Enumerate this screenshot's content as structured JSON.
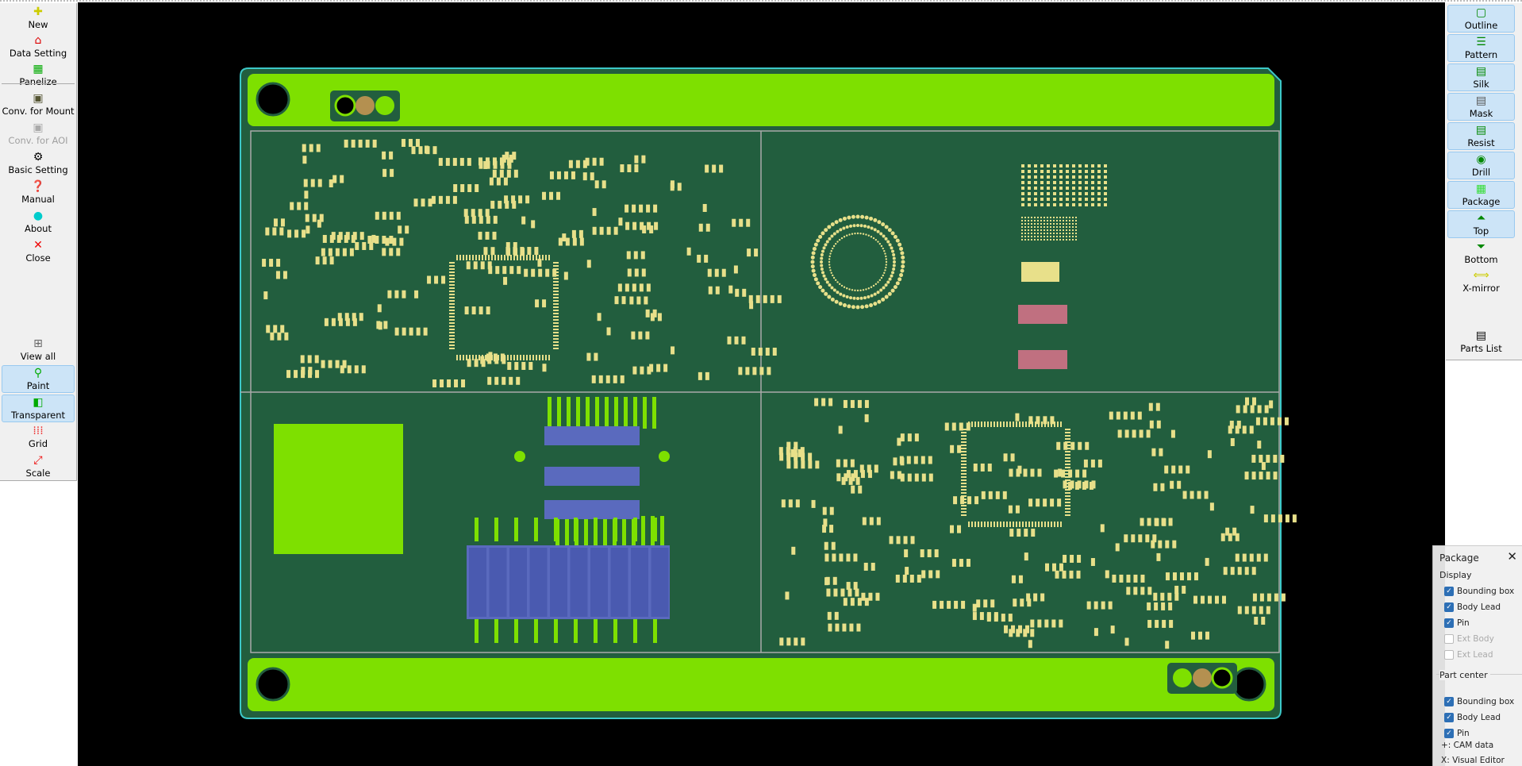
{
  "left_toolbar": {
    "items": [
      {
        "id": "new",
        "label": "New",
        "icon": "new-file-icon"
      },
      {
        "id": "data-setting",
        "label": "Data Setting",
        "icon": "home-icon"
      },
      {
        "id": "panelize",
        "label": "Panelize",
        "icon": "panelize-icon"
      },
      {
        "id": "conv-mount",
        "label": "Conv. for Mount",
        "icon": "save-icon"
      },
      {
        "id": "conv-aoi",
        "label": "Conv. for AOI",
        "icon": "save-disabled-icon",
        "disabled": true
      },
      {
        "id": "basic-setting",
        "label": "Basic Setting",
        "icon": "gear-icon"
      },
      {
        "id": "manual",
        "label": "Manual",
        "icon": "help-icon"
      },
      {
        "id": "about",
        "label": "About",
        "icon": "about-icon"
      },
      {
        "id": "close",
        "label": "Close",
        "icon": "close-icon"
      },
      {
        "id": "view-all",
        "label": "View all",
        "icon": "view-all-icon"
      },
      {
        "id": "paint",
        "label": "Paint",
        "icon": "paint-icon",
        "selected": true
      },
      {
        "id": "transparent",
        "label": "Transparent",
        "icon": "transparent-icon",
        "selected": true
      },
      {
        "id": "grid",
        "label": "Grid",
        "icon": "grid-icon"
      },
      {
        "id": "scale",
        "label": "Scale",
        "icon": "scale-icon"
      }
    ]
  },
  "right_toolbar": {
    "items": [
      {
        "id": "outline",
        "label": "Outline",
        "selected": true
      },
      {
        "id": "pattern",
        "label": "Pattern",
        "selected": true
      },
      {
        "id": "silk",
        "label": "Silk",
        "selected": true
      },
      {
        "id": "mask",
        "label": "Mask",
        "selected": true
      },
      {
        "id": "resist",
        "label": "Resist",
        "selected": true
      },
      {
        "id": "drill",
        "label": "Drill",
        "selected": true
      },
      {
        "id": "package",
        "label": "Package",
        "selected": true
      },
      {
        "id": "top",
        "label": "Top",
        "selected": true
      },
      {
        "id": "bottom",
        "label": "Bottom"
      },
      {
        "id": "x-mirror",
        "label": "X-mirror"
      },
      {
        "id": "parts-list",
        "label": "Parts List"
      }
    ]
  },
  "package_panel": {
    "title": "Package",
    "display_label": "Display",
    "display": [
      {
        "label": "Bounding box",
        "checked": true
      },
      {
        "label": "Body  Lead",
        "checked": true
      },
      {
        "label": "Pin",
        "checked": true
      },
      {
        "label": "Ext Body",
        "checked": false
      },
      {
        "label": "Ext Lead",
        "checked": false
      }
    ],
    "part_center_label": "Part center",
    "part_center": [
      {
        "label": "Bounding box",
        "checked": true
      },
      {
        "label": "Body  Lead",
        "checked": true
      },
      {
        "label": "Pin",
        "checked": true
      }
    ],
    "legend_cam": "+: CAM data",
    "legend_visual": "X: Visual Editor"
  },
  "colors": {
    "board": "#225e3e",
    "band": "#7ee000",
    "pad": "#e8e08a",
    "outline": "#3cc8c8"
  }
}
